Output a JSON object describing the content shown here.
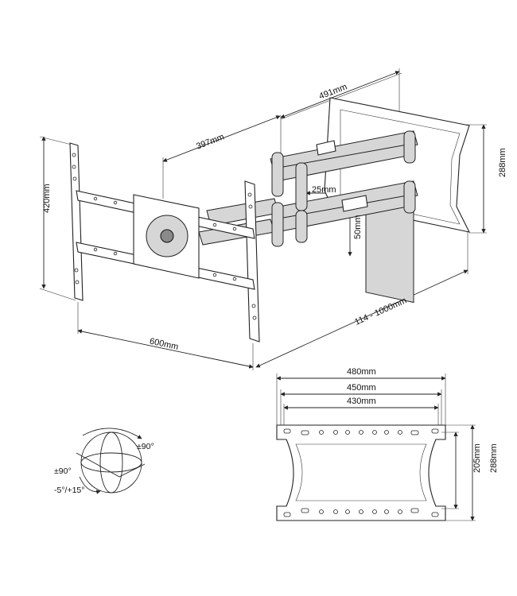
{
  "dimensions": {
    "arm_length_total": "491mm",
    "arm_length_first": "397mm",
    "tv_plate_height": "420mm",
    "wall_plate_height": "288mm",
    "vesa_width": "600mm",
    "extension_range": "114 - 1000mm",
    "arm_offset": "25mm",
    "arm_gap": "50mm"
  },
  "wall_plate": {
    "width_outer": "480mm",
    "width_mid": "450mm",
    "width_inner": "430mm",
    "height_outer": "288mm",
    "height_inner": "205mm"
  },
  "rotation": {
    "swivel": "±90°",
    "rotate": "±90°",
    "tilt": "-5°/+15°"
  }
}
